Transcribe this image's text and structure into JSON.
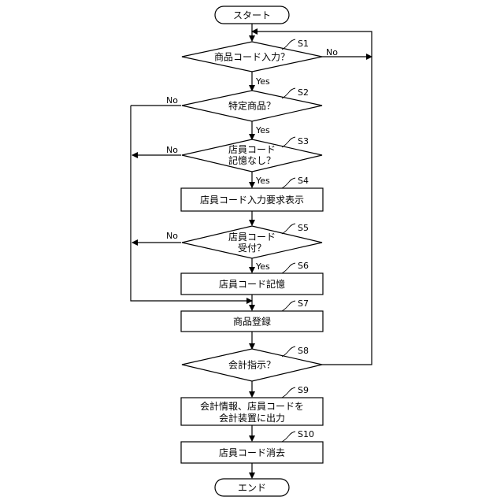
{
  "start_label": "スタート",
  "end_label": "エンド",
  "nodes": [
    {
      "step": "S1",
      "type": "decision",
      "lines": [
        "商品コード入力？"
      ]
    },
    {
      "step": "S2",
      "type": "decision",
      "lines": [
        "特定商品？"
      ]
    },
    {
      "step": "S3",
      "type": "decision",
      "lines": [
        "店員コード",
        "記憶なし？"
      ]
    },
    {
      "step": "S4",
      "type": "process",
      "lines": [
        "店員コード入力要求表示"
      ]
    },
    {
      "step": "S5",
      "type": "decision",
      "lines": [
        "店員コード",
        "受付？"
      ]
    },
    {
      "step": "S6",
      "type": "process",
      "lines": [
        "店員コード記憶"
      ]
    },
    {
      "step": "S7",
      "type": "process",
      "lines": [
        "商品登録"
      ]
    },
    {
      "step": "S8",
      "type": "decision",
      "lines": [
        "会計指示？"
      ]
    },
    {
      "step": "S9",
      "type": "process",
      "lines": [
        "会計情報、店員コードを",
        "会計装置に出力"
      ]
    },
    {
      "step": "S10",
      "type": "process",
      "lines": [
        "店員コード消去"
      ]
    }
  ],
  "yes_label": "Yes",
  "no_label": "No"
}
